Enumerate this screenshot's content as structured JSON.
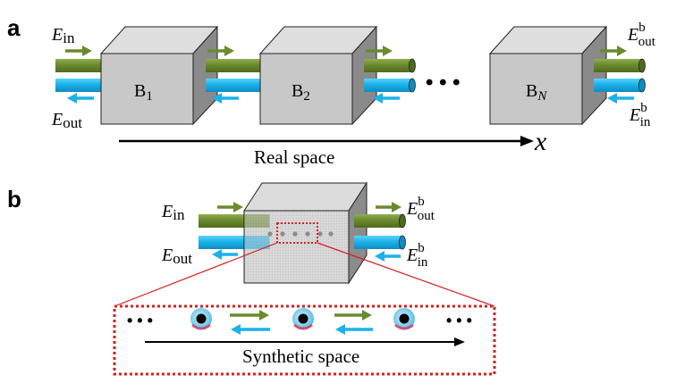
{
  "panel_a": {
    "label": "a",
    "input_field": "E",
    "input_sub": "in",
    "output_field": "E",
    "output_sub": "out",
    "blocks": [
      {
        "name": "B",
        "sub": "1"
      },
      {
        "name": "B",
        "sub": "2"
      },
      {
        "name": "B",
        "sub": "N"
      }
    ],
    "ellipsis": "• • •",
    "right_out_field": "E",
    "right_out_sup": "b",
    "right_out_sub": "out",
    "right_in_field": "E",
    "right_in_sup": "b",
    "right_in_sub": "in",
    "axis_label": "Real space",
    "axis_var": "x"
  },
  "panel_b": {
    "label": "b",
    "input_field": "E",
    "input_sub": "in",
    "output_field": "E",
    "output_sub": "out",
    "right_out_field": "E",
    "right_out_sup": "b",
    "right_out_sub": "out",
    "right_in_field": "E",
    "right_in_sup": "b",
    "right_in_sub": "in",
    "left_dots": "• • •",
    "right_dots": "• • •",
    "axis_label": "Synthetic space"
  },
  "colors": {
    "green": "#6b8a2e",
    "blue": "#1ab2ea",
    "cube_front": "#c8c8c8",
    "cube_top": "#dedede",
    "cube_side": "#8a8a8a",
    "red_dotted": "#d42020"
  }
}
